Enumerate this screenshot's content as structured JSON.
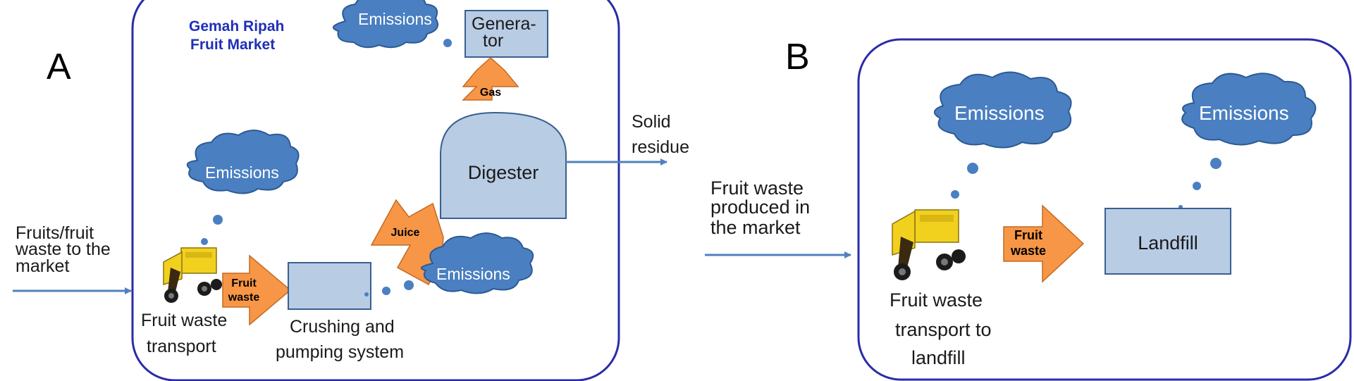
{
  "panel_a": {
    "letter": "A",
    "market_name_line1": "Gemah Ripah",
    "market_name_line2": "Fruit Market",
    "input_line1": "Fruits/fruit",
    "input_line2": "waste to the",
    "input_line3": "market",
    "transport_line1": "Fruit waste",
    "transport_line2": "transport",
    "fruit_waste_arrow_line1": "Fruit",
    "fruit_waste_arrow_line2": "waste",
    "crushing_line1": "Crushing and",
    "crushing_line2": "pumping system",
    "juice_arrow": "Juice",
    "digester": "Digester",
    "gas_arrow": "Gas",
    "generator_line1": "Genera-",
    "generator_line2": "tor",
    "solid_residue_line1": "Solid",
    "solid_residue_line2": "residue",
    "emissions_generator": "Emissions",
    "emissions_transport": "Emissions",
    "emissions_crushing": "Emissions"
  },
  "panel_b": {
    "letter": "B",
    "input_line1": "Fruit waste",
    "input_line2": "produced in",
    "input_line3": "the market",
    "transport_line1": "Fruit waste",
    "transport_line2": "transport to",
    "transport_line3": "landfill",
    "fruit_waste_arrow_line1": "Fruit",
    "fruit_waste_arrow_line2": "waste",
    "landfill": "Landfill",
    "emissions_transport": "Emissions",
    "emissions_landfill": "Emissions"
  },
  "colors": {
    "frame": "#2b2ba8",
    "cloud": "#4a7fc1",
    "box": "#b8cce4",
    "orange_arrow": "#f79646",
    "flow_line": "#4f81bd",
    "market_title": "#1f2fb8"
  }
}
